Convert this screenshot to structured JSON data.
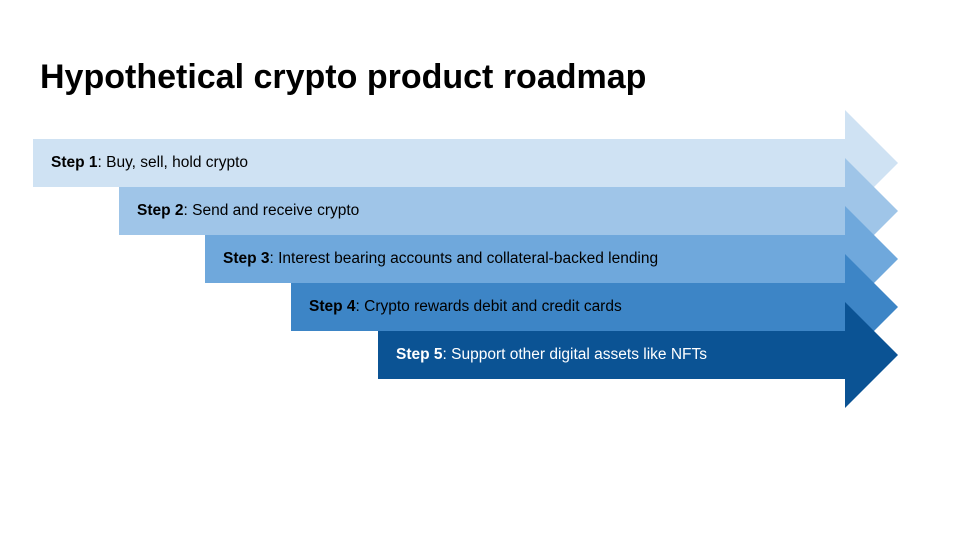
{
  "slide": {
    "title": "Hypothetical crypto product roadmap",
    "background_color": "#ffffff",
    "title_color": "#000000"
  },
  "roadmap": {
    "steps": [
      {
        "label": "Step 1",
        "description": ": Buy, sell, hold crypto",
        "color": "#cfe2f3",
        "text_color": "#000000"
      },
      {
        "label": "Step 2",
        "description": ": Send and receive crypto",
        "color": "#9fc5e8",
        "text_color": "#000000"
      },
      {
        "label": "Step 3",
        "description": ": Interest bearing accounts and collateral-backed lending",
        "color": "#6fa8dc",
        "text_color": "#000000"
      },
      {
        "label": "Step 4",
        "description": ": Crypto rewards debit and credit cards",
        "color": "#3d85c6",
        "text_color": "#000000"
      },
      {
        "label": "Step 5",
        "description": ": Support other digital assets like NFTs",
        "color": "#0b5394",
        "text_color": "#ffffff"
      }
    ]
  }
}
